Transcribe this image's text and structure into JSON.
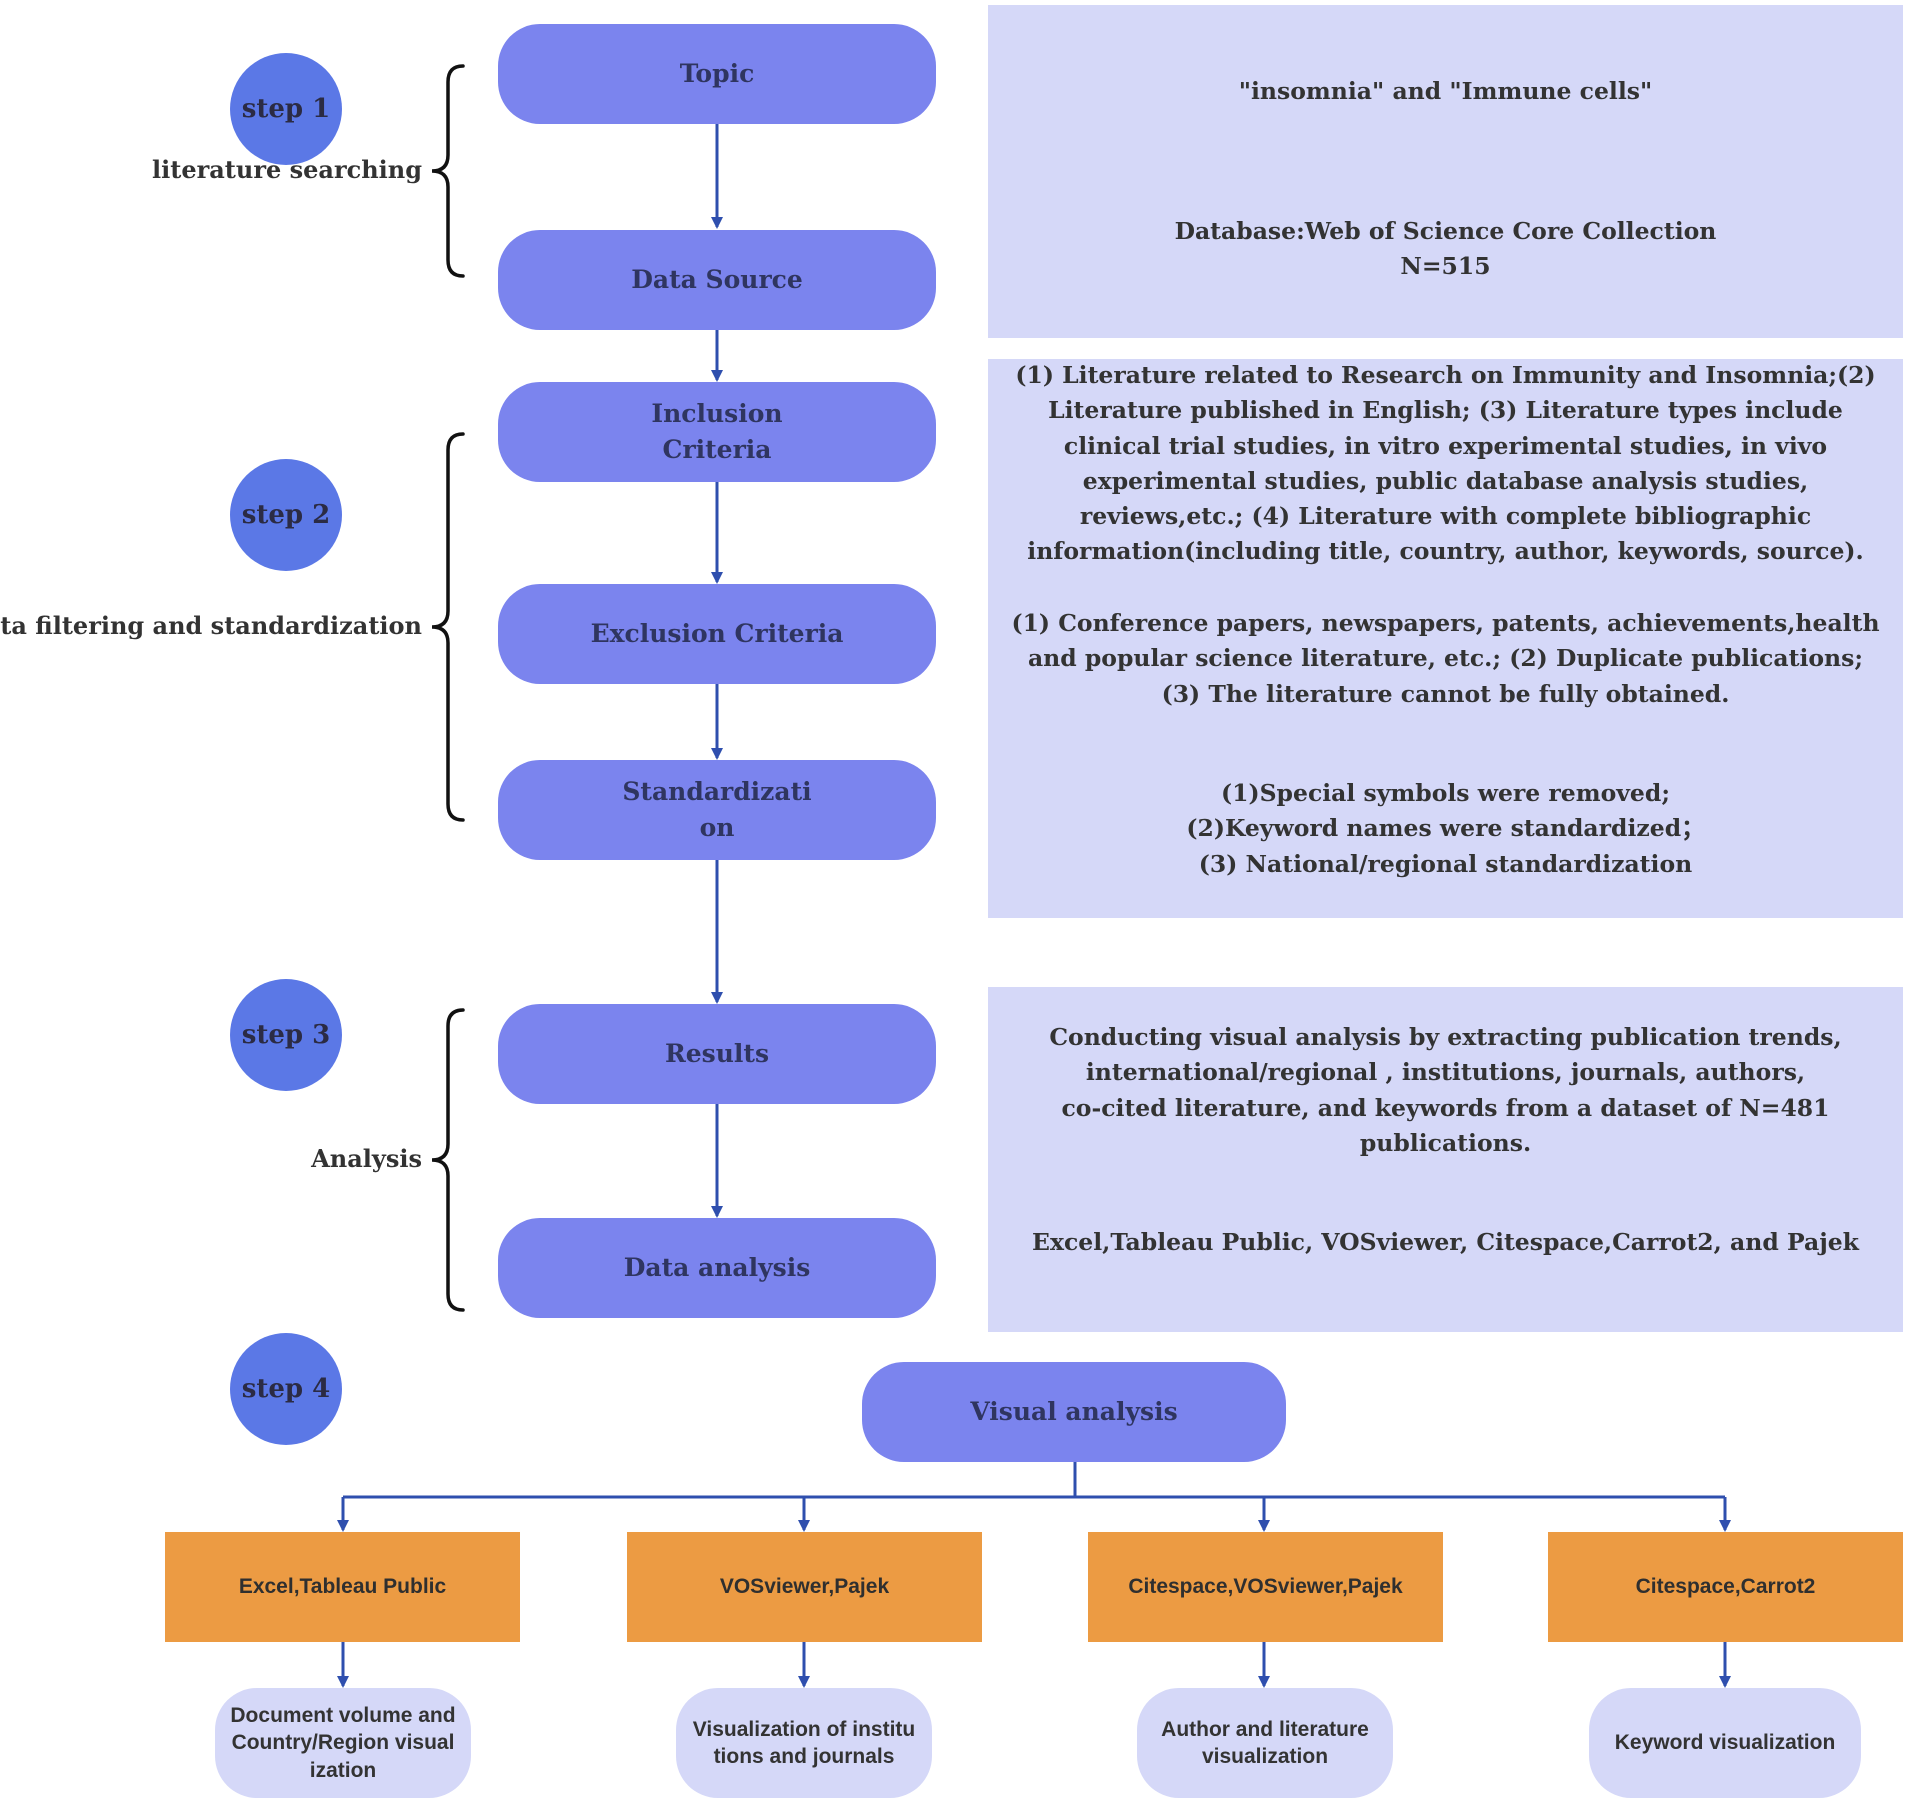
{
  "steps": {
    "step1": "step 1",
    "step2": "step 2",
    "step3": "step 3",
    "step4": "step 4"
  },
  "stages": {
    "literature_searching": "literature searching",
    "data_filtering": "Data filtering and standardization",
    "analysis": "Analysis"
  },
  "flow": {
    "topic": "Topic",
    "data_source": "Data Source",
    "inclusion_criteria": "Inclusion Criteria",
    "exclusion_criteria": "Exclusion Criteria",
    "standardization": "Standardization",
    "results": "Results",
    "data_analysis": "Data analysis",
    "visual_analysis": "Visual analysis"
  },
  "info": {
    "topic": "\"insomnia\" and \"Immune cells\"",
    "data_source": "Database:Web of Science Core Collection\nN=515",
    "inclusion": "(1) Literature related to Research on Immunity and Insomnia;(2) Literature published in English; (3) Literature types include clinical trial studies, in vitro experimental studies, in vivo experimental studies, public database analysis studies, reviews,etc.; (4) Literature with complete bibliographic information(including title, country, author, keywords, source).",
    "exclusion": "(1) Conference papers, newspapers, patents, achievements,health and popular science literature, etc.; (2) Duplicate publications;\n(3) The literature cannot be fully obtained.",
    "standardization": "(1)Special symbols were removed;\n(2)Keyword names were standardized；\n(3)  National/regional standardization",
    "results": "Conducting visual analysis by extracting publication trends, international/regional , institutions, journals, authors,\nco-cited literature, and keywords from a dataset of N=481 publications.",
    "data_analysis": "Excel,Tableau Public, VOSviewer, Citespace,Carrot2, and Pajek"
  },
  "tools": [
    "Excel,Tableau Public",
    "VOSviewer,Pajek",
    "Citespace,VOSviewer,Pajek",
    "Citespace,Carrot2"
  ],
  "outputs": [
    "Document volume and Country/Region visualization",
    "Visualization of institutions and journals",
    "Author and literature visualization",
    "Keyword visualization"
  ],
  "colors": {
    "flow_box": "#7b84ee",
    "step_circle": "#5b78e6",
    "info_panel": "#d5d8f8",
    "tool_box": "#ec9b43",
    "arrow": "#2f4fae"
  }
}
